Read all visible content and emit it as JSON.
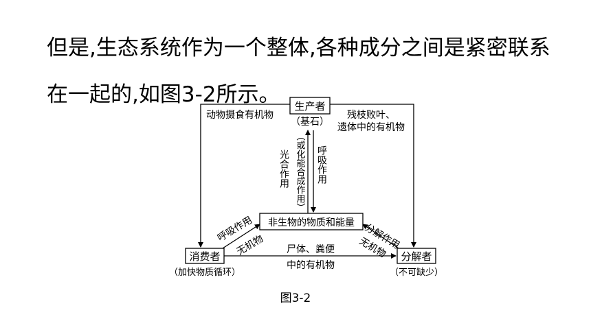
{
  "paragraph": "但是,生态系统作为一个整体,各种成分之间是紧密联系在一起的,如图3-2所示。",
  "diagram": {
    "producer": {
      "label": "生产者",
      "note": "（基石）"
    },
    "nonliving": {
      "label": "非生物的物质和能量"
    },
    "consumer": {
      "label": "消费者",
      "note": "（加快物质循环）"
    },
    "decomposer": {
      "label": "分解者",
      "note": "（不可缺少）"
    },
    "edges": {
      "producer_to_consumer": "动物摄食有机物",
      "producer_to_decomposer": [
        "残枝败叶、",
        "遗体中的有机物"
      ],
      "photosynthesis": "光合作用",
      "chemosynthesis": "（或化能合成作用）",
      "producer_respiration": "呼吸作用",
      "consumer_respiration": "呼吸作用",
      "consumer_inorganic": "无机物",
      "decomposer_action": "分解作用",
      "decomposer_inorganic": "无机物",
      "consumer_to_decomposer": [
        "尸体、粪便",
        "中的有机物"
      ]
    }
  },
  "caption": "图3-2"
}
